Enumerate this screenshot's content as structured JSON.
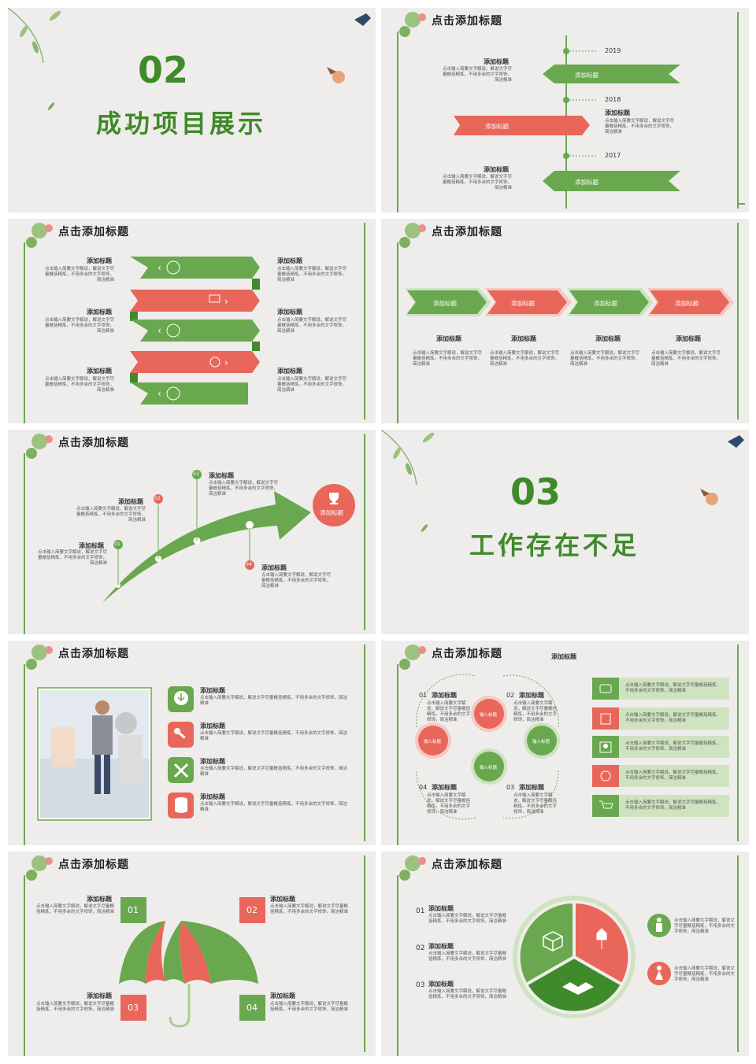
{
  "colors": {
    "green": "#6aa84f",
    "dark_green": "#3f8a2a",
    "red": "#e8675a",
    "light_green": "#cfe3c1",
    "bg": "#efedeb"
  },
  "common": {
    "slide_title": "点击添加标题",
    "heading": "添加标题",
    "body": "点击输入简要文字解说，解说文字尽量概括精炼，不用多余的文字修饰，简洁精准",
    "body_short": "点击输入简要文字解说，解说文字尽量概括精炼，不用多余的文字修饰，简洁精准",
    "input_label": "输入标题"
  },
  "slide1": {
    "number": "02",
    "title": "成功项目展示"
  },
  "slide2": {
    "years": [
      "2019",
      "2018",
      "2017"
    ],
    "arrow_label": "添加标题"
  },
  "slide5": {
    "nums": [
      "01",
      "02",
      "03",
      "04"
    ],
    "goal": "添加标题"
  },
  "slide6": {
    "number": "03",
    "title": "工作存在不足"
  },
  "slide8": {
    "nums": [
      "01",
      "02",
      "03",
      "04"
    ],
    "heading_top": "添加标题"
  },
  "slide9": {
    "nums": [
      "01",
      "02",
      "03",
      "04"
    ]
  },
  "slide10": {
    "nums": [
      "01",
      "02",
      "03"
    ]
  },
  "icons": [
    "globe-icon",
    "monitor-icon",
    "chart-icon",
    "gears-icon",
    "edit-icon",
    "download-icon",
    "key-icon",
    "tools-icon",
    "database-icon",
    "phone-icon",
    "book-icon",
    "user-icon",
    "helm-icon",
    "cart-icon",
    "trophy-icon",
    "box-icon",
    "tag-icon",
    "handshake-icon",
    "male-icon",
    "female-icon"
  ]
}
